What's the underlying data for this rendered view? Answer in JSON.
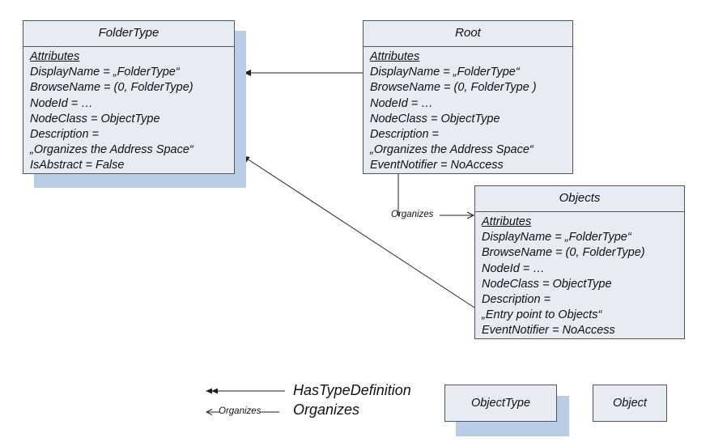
{
  "nodes": {
    "folder_type": {
      "title": "FolderType",
      "attributes_header": "Attributes",
      "lines": [
        "DisplayName = „FolderType“",
        "BrowseName = (0, FolderType)",
        "NodeId = …",
        "NodeClass = ObjectType",
        "Description  =",
        " „Organizes the Address Space“",
        "IsAbstract = False"
      ]
    },
    "root": {
      "title": "Root",
      "attributes_header": "Attributes",
      "lines": [
        "DisplayName = „FolderType“",
        "BrowseName = (0, FolderType )",
        "NodeId = …",
        "NodeClass = ObjectType",
        "Description  =",
        " „Organizes the Address Space“",
        "EventNotifier = NoAccess"
      ]
    },
    "objects": {
      "title": "Objects",
      "attributes_header": "Attributes",
      "lines": [
        "DisplayName = „FolderType“",
        "BrowseName = (0, FolderType)",
        "NodeId = …",
        "NodeClass = ObjectType",
        "Description  =",
        " „Entry point to Objects“",
        "EventNotifier = NoAccess"
      ]
    }
  },
  "edge_labels": {
    "root_to_objects": "Organizes"
  },
  "legend": {
    "has_type_definition": "HasTypeDefinition",
    "organizes_arrow_label": "Organizes",
    "organizes": "Organizes",
    "object_type_box": "ObjectType",
    "object_box": "Object"
  },
  "colors": {
    "box_fill": "#e6ebf4",
    "shadow_fill": "#b9cde6",
    "border": "#555555",
    "line": "#222222"
  }
}
